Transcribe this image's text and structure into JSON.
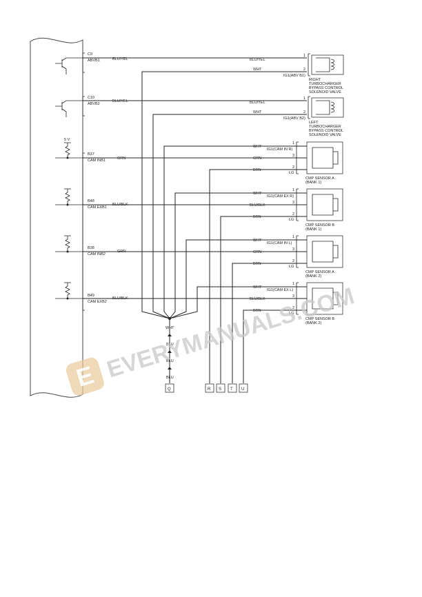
{
  "ecu_pins": [
    {
      "id": "C9",
      "name": "ABVB1",
      "wire": "BLU/YEL"
    },
    {
      "id": "C10",
      "name": "ABVB2",
      "wire": "BLU/YEL"
    },
    {
      "id": "B37",
      "name": "CAM INB1",
      "wire": "GRN"
    },
    {
      "id": "B48",
      "name": "CAM EXB1",
      "wire": "BLU/BLK"
    },
    {
      "id": "B38",
      "name": "CAM INB2",
      "wire": "GRN"
    },
    {
      "id": "B49",
      "name": "CAM EXB2",
      "wire": "BLU/BLK"
    }
  ],
  "supply_label": "5 V",
  "solenoids": [
    {
      "wire_signal": "BLU/YEL",
      "pin_signal": "1",
      "wire_power": "WHT",
      "pin_power": "2",
      "power_label": "IG1(ABV B1)",
      "name_lines": [
        "RIGHT",
        "TURBOCHARGER",
        "BYPASS CONTROL",
        "SOLENOID VALVE"
      ]
    },
    {
      "wire_signal": "BLU/YEL",
      "pin_signal": "1",
      "wire_power": "WHT",
      "pin_power": "2",
      "power_label": "IG1(ABV B2)",
      "name_lines": [
        "LEFT",
        "TURBOCHARGER",
        "BYPASS CONTROL",
        "SOLENOID VALVE"
      ]
    }
  ],
  "sensors": [
    {
      "power_label": "IG1(CAM IN R)",
      "w1": "WHT",
      "p1": "1",
      "w3": "GRN",
      "p3": "3",
      "w2": "BRN",
      "p2": "2",
      "lg": "LG",
      "name_lines": [
        "CMP SENSOR A",
        "(BANK 1)"
      ]
    },
    {
      "power_label": "IG1(CAM EX R)",
      "w1": "WHT",
      "p1": "1",
      "w3": "BLU/BLK",
      "p3": "3",
      "w2": "BRN",
      "p2": "2",
      "lg": "LG",
      "name_lines": [
        "CMP SENSOR B",
        "(BANK 1)"
      ]
    },
    {
      "power_label": "IG1(CAM IN L)",
      "w1": "WHT",
      "p1": "1",
      "w3": "GRN",
      "p3": "3",
      "w2": "BRN",
      "p2": "2",
      "lg": "LG",
      "name_lines": [
        "CMP SENSOR A",
        "(BANK 2)"
      ]
    },
    {
      "power_label": "IG1(CAM EX L)",
      "w1": "WHT",
      "p1": "1",
      "w3": "BLU/BLK",
      "p3": "3",
      "w2": "BRN",
      "p2": "2",
      "lg": "LG",
      "name_lines": [
        "CMP SENSOR B",
        "(BANK 2)"
      ]
    }
  ],
  "trunk_labels": [
    "WHT",
    "BLU",
    "BLU",
    "BLU"
  ],
  "connectors": [
    "Q",
    "R",
    "S",
    "T",
    "U"
  ],
  "watermark": "EVERYMANUALS.COM",
  "watermark_logo": "E"
}
